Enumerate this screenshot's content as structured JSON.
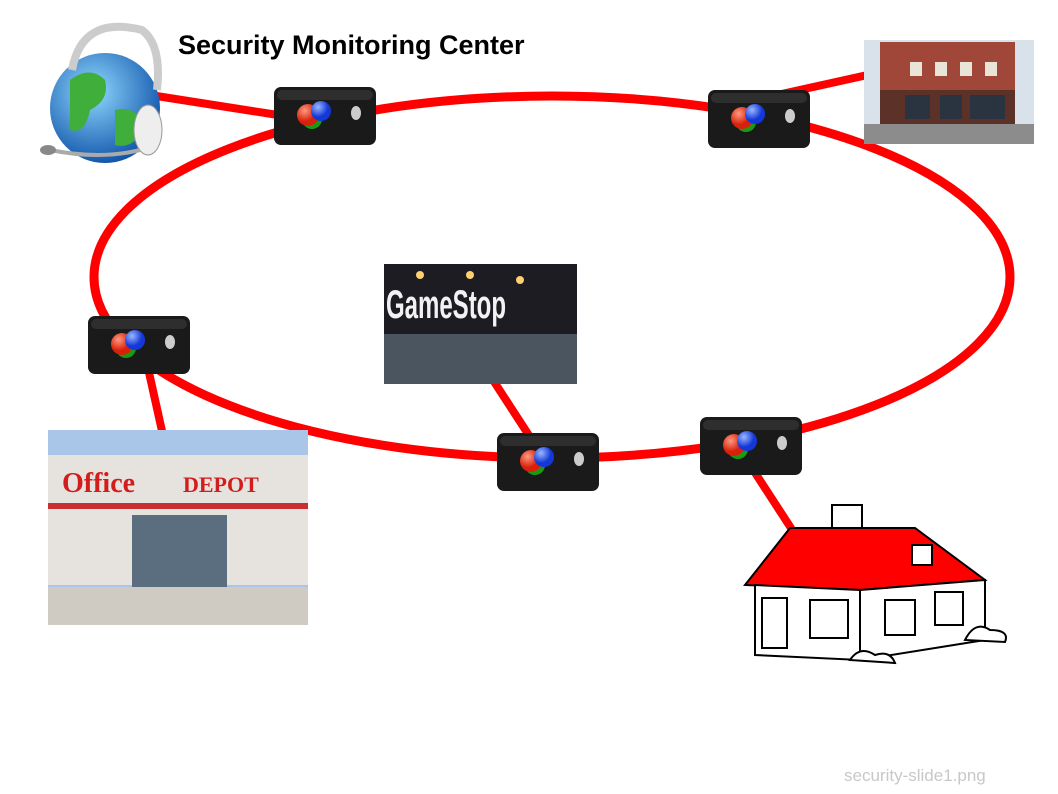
{
  "title": "Security Monitoring Center",
  "caption": "security-slide1.png",
  "sites": {
    "gamestop_sign": "GameStop",
    "officedepot_sign_1": "Office",
    "officedepot_sign_2": "DEPOT"
  },
  "colors": {
    "ring": "#ff0000",
    "device": "#1a1a1a",
    "roof": "#ff0000"
  },
  "nodes": [
    {
      "name": "monitoring-center-globe"
    },
    {
      "name": "storefront-building"
    },
    {
      "name": "gamestop-store"
    },
    {
      "name": "office-depot-store"
    },
    {
      "name": "house"
    }
  ]
}
